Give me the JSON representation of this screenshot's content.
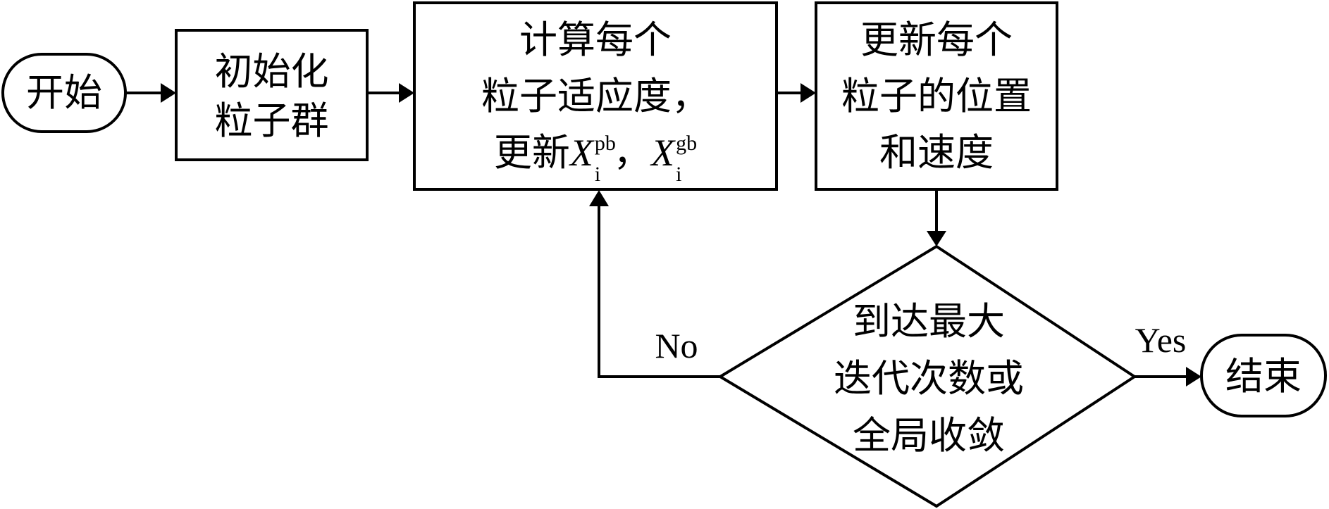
{
  "nodes": {
    "start": {
      "label": "开始"
    },
    "init": {
      "lines": [
        "初始化",
        "粒子群"
      ]
    },
    "fitness": {
      "lines": [
        "计算每个",
        "粒子适应度，"
      ],
      "update_prefix": "更新",
      "var": "X",
      "sub": "i",
      "pb_sup": "pb",
      "sep": "，",
      "gb_sup": "gb"
    },
    "update": {
      "lines": [
        "更新每个",
        "粒子的位置",
        "和速度"
      ]
    },
    "decision": {
      "lines": [
        "到达最大",
        "迭代次数或",
        "全局收敛"
      ]
    },
    "end": {
      "label": "结束"
    }
  },
  "edges": {
    "no_label": "No",
    "yes_label": "Yes"
  }
}
